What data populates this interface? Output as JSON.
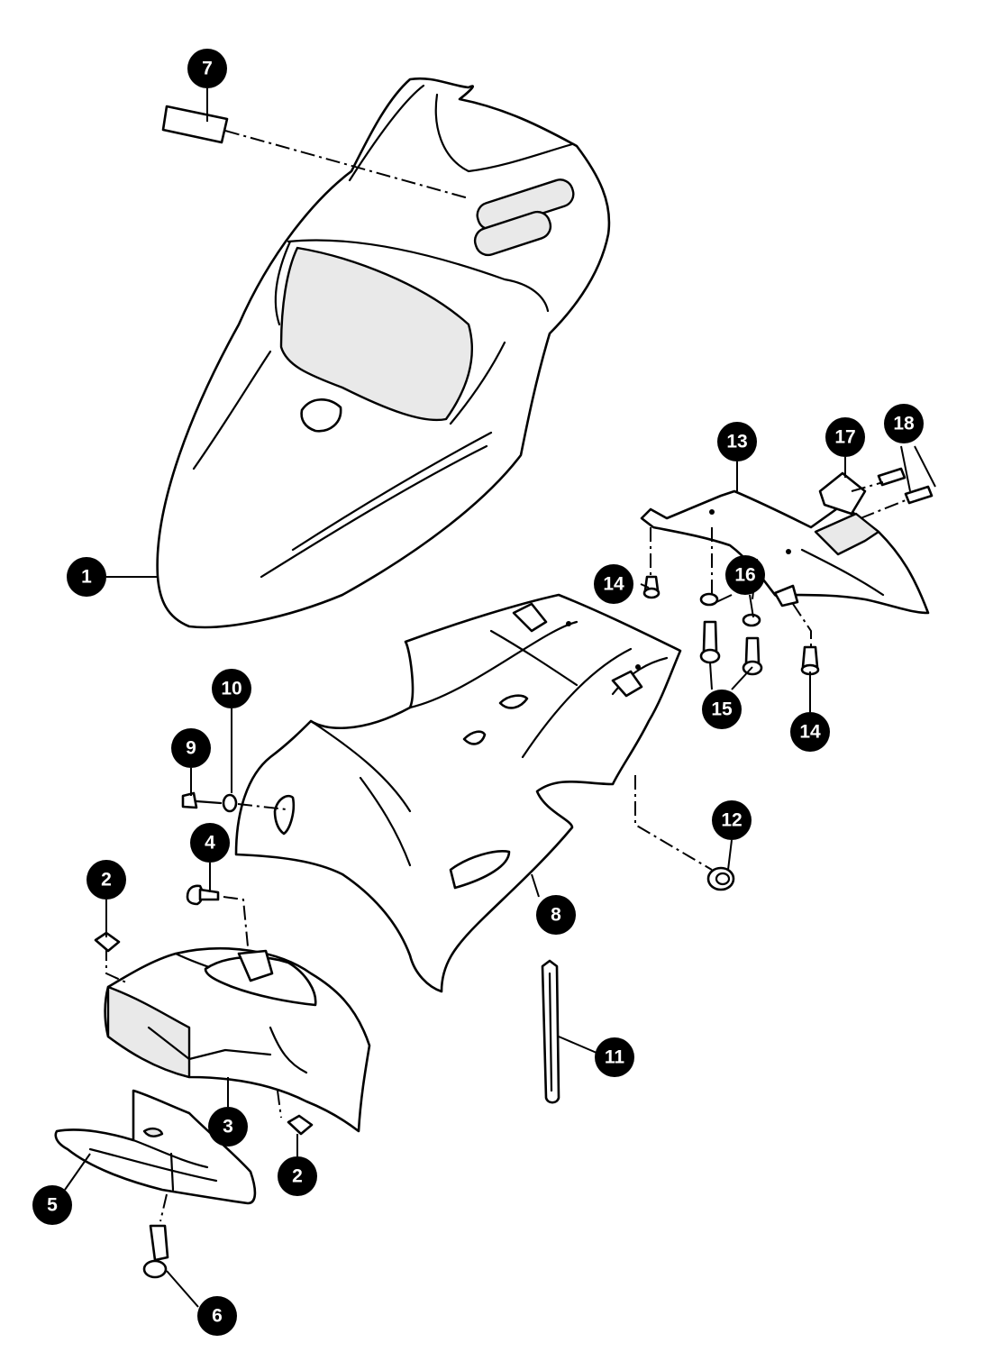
{
  "callouts": [
    {
      "id": "1",
      "label": "1"
    },
    {
      "id": "2a",
      "label": "2"
    },
    {
      "id": "2b",
      "label": "2"
    },
    {
      "id": "3",
      "label": "3"
    },
    {
      "id": "4",
      "label": "4"
    },
    {
      "id": "5",
      "label": "5"
    },
    {
      "id": "6",
      "label": "6"
    },
    {
      "id": "7",
      "label": "7"
    },
    {
      "id": "8",
      "label": "8"
    },
    {
      "id": "9",
      "label": "9"
    },
    {
      "id": "10",
      "label": "10"
    },
    {
      "id": "11",
      "label": "11"
    },
    {
      "id": "12",
      "label": "12"
    },
    {
      "id": "13",
      "label": "13"
    },
    {
      "id": "14a",
      "label": "14"
    },
    {
      "id": "14b",
      "label": "14"
    },
    {
      "id": "15",
      "label": "15"
    },
    {
      "id": "16",
      "label": "16"
    },
    {
      "id": "17",
      "label": "17"
    },
    {
      "id": "18",
      "label": "18"
    }
  ],
  "colors": {
    "ink": "#000000",
    "paper": "#ffffff",
    "shade": "#e9e9e9"
  }
}
